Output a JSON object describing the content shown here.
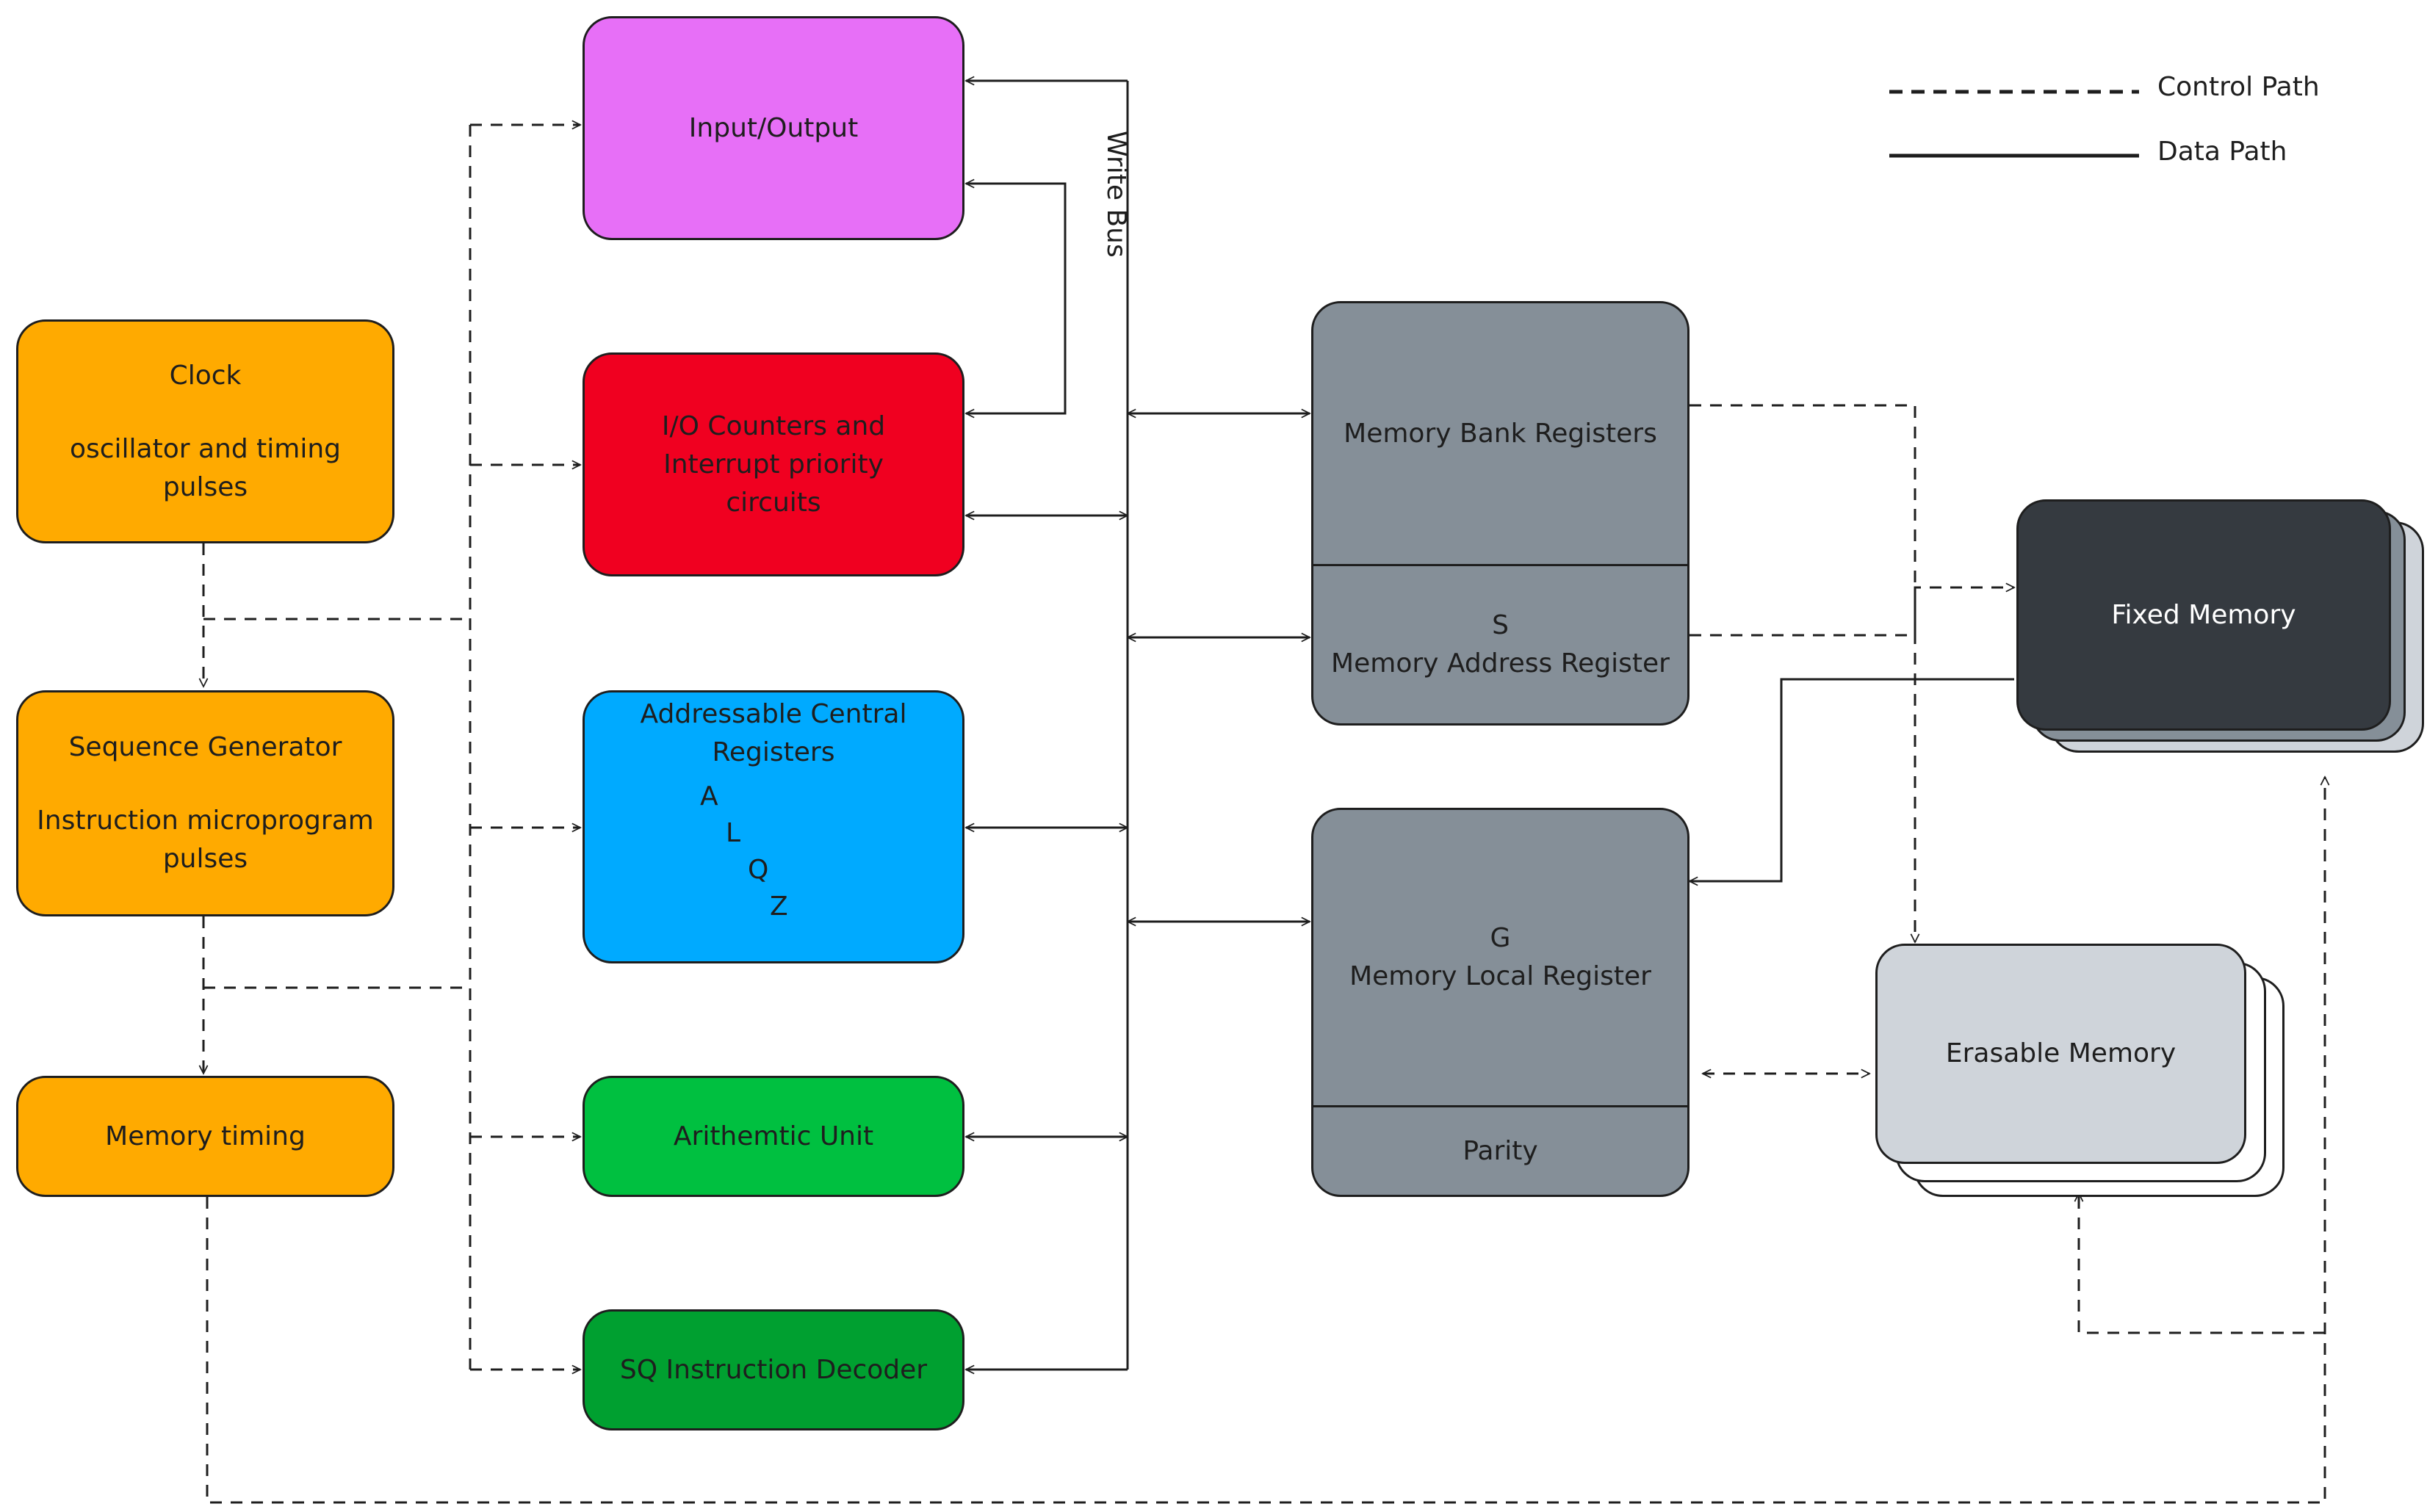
{
  "legend": {
    "control_path": "Control Path",
    "data_path": "Data Path"
  },
  "bus": {
    "label": "Write Bus"
  },
  "clock": {
    "title": "Clock",
    "subtitle": "oscillator and timing pulses"
  },
  "sequence": {
    "title": "Sequence Generator",
    "subtitle": "Instruction microprogram pulses"
  },
  "memtiming": {
    "label": "Memory timing"
  },
  "io": {
    "label": "Input/Output"
  },
  "iocounters": {
    "label": "I/O Counters and Interrupt priority circuits"
  },
  "acr": {
    "title": "Addressable Central Registers",
    "reg_a": "A",
    "reg_l": "L",
    "reg_q": "Q",
    "reg_z": "Z"
  },
  "arith": {
    "label": "Arithemtic Unit"
  },
  "sq": {
    "label": "SQ Instruction Decoder"
  },
  "mbr": {
    "bank_label": "Memory Bank Registers",
    "s_letter": "S",
    "addr_label": "Memory Address Register"
  },
  "mlr": {
    "g_letter": "G",
    "local_label": "Memory Local Register",
    "parity_label": "Parity"
  },
  "fixed": {
    "label": "Fixed Memory"
  },
  "erasable": {
    "label": "Erasable Memory"
  },
  "colors": {
    "orange": "#ffaa00",
    "violet": "#e76ff7",
    "red": "#f00020",
    "blue": "#00aaff",
    "green": "#00c040",
    "dark_green": "#00a030",
    "gray": "#858f98",
    "dark": "#353a40",
    "light_gray": "#cfd4da"
  }
}
